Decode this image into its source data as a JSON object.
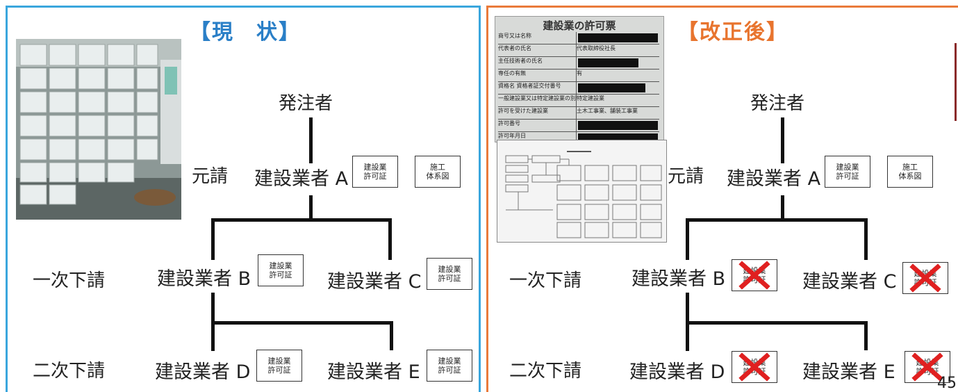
{
  "left_panel": {
    "heading": "【現　状】",
    "client": "発注者",
    "roles": {
      "prime": "元請",
      "first_sub": "一次下請",
      "second_sub": "二次下請"
    },
    "nodes": {
      "a": "建設業者 A",
      "b": "建設業者 B",
      "c": "建設業者 C",
      "d": "建設業者 D",
      "e": "建設業者 E"
    },
    "docs": {
      "license": "建設業\n許可証",
      "system": "施工\n体系図"
    }
  },
  "right_panel": {
    "heading": "【改正後】",
    "client": "発注者",
    "roles": {
      "prime": "元請",
      "first_sub": "一次下請",
      "second_sub": "二次下請"
    },
    "nodes": {
      "a": "建設業者 A",
      "b": "建設業者 B",
      "c": "建設業者 C",
      "d": "建設業者 D",
      "e": "建設業者 E"
    },
    "docs": {
      "license": "建設業\n許可証",
      "system": "施工\n体系図"
    },
    "permit_sign": {
      "title": "建設業の許可票",
      "rows": [
        "商号又は名称",
        "代表者の氏名",
        "主任技術者の氏名",
        "専任の有無",
        "資格名 資格者証交付番号",
        "一般建設業又は特定建設業の別",
        "許可を受けた建設業",
        "許可番号",
        "許可年月日"
      ],
      "values": [
        "",
        "代表取締役社長",
        "",
        "有",
        "",
        "特定建設業",
        "土木工事業、舗装工事業",
        "",
        ""
      ]
    }
  },
  "page_number": "45",
  "colors": {
    "current_border": "#3aa6dd",
    "revised_border": "#ea7a3a",
    "cross": "#e02020"
  },
  "icons": {
    "crossed_out": "red-x-mark"
  }
}
